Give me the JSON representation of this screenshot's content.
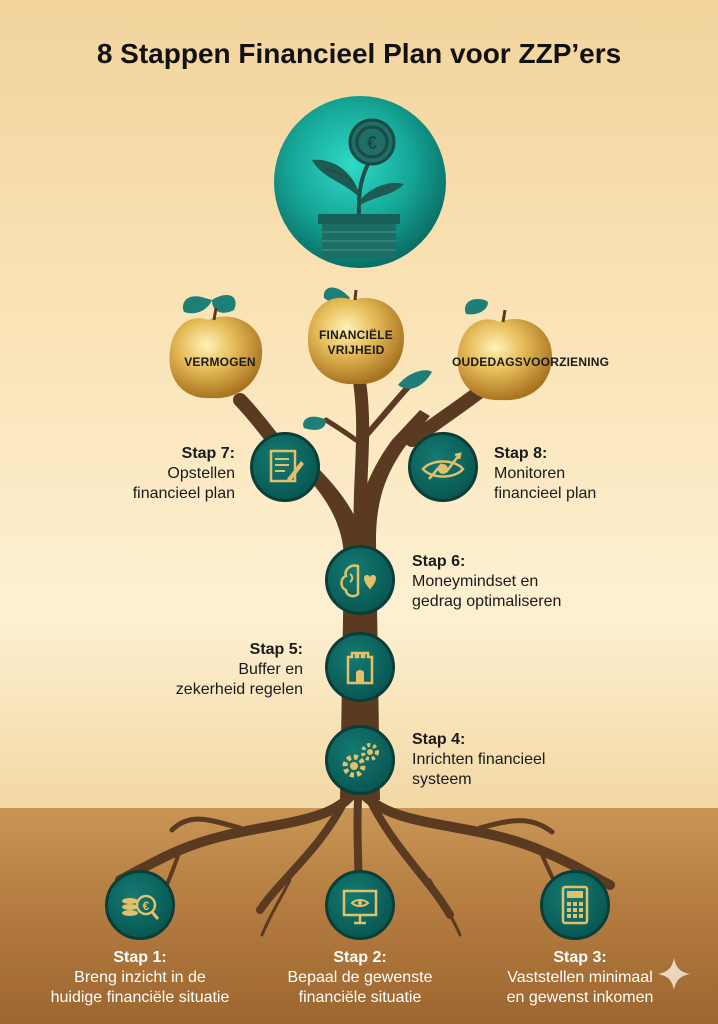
{
  "title": "8 Stappen Financieel Plan voor ZZP’ers",
  "apples": {
    "left": "VERMOGEN",
    "center_line1": "FINANCIËLE",
    "center_line2": "VRIJHEID",
    "right": "OUDEDAGSVOORZIENING"
  },
  "steps": [
    {
      "head": "Stap 1:",
      "line1": "Breng inzicht in de",
      "line2": "huidige financiële situatie",
      "icon": "coins-magnifier-icon"
    },
    {
      "head": "Stap 2:",
      "line1": "Bepaal de gewenste",
      "line2": "financiële situatie",
      "icon": "vision-board-icon"
    },
    {
      "head": "Stap 3:",
      "line1": "Vaststellen minimaal",
      "line2": "en gewenst inkomen",
      "icon": "calculator-icon"
    },
    {
      "head": "Stap 4:",
      "line1": "Inrichten financieel",
      "line2": "systeem",
      "icon": "gears-icon"
    },
    {
      "head": "Stap 5:",
      "line1": "Buffer en",
      "line2": "zekerheid regelen",
      "icon": "tower-icon"
    },
    {
      "head": "Stap 6:",
      "line1": "Moneymindset en",
      "line2": "gedrag optimaliseren",
      "icon": "brain-heart-icon"
    },
    {
      "head": "Stap 7:",
      "line1": "Opstellen",
      "line2": "financieel plan",
      "icon": "document-pen-icon"
    },
    {
      "head": "Stap 8:",
      "line1": "Monitoren",
      "line2": "financieel plan",
      "icon": "eye-chart-icon"
    }
  ],
  "colors": {
    "teal": "#0a5a55",
    "gold": "#c99a3a",
    "trunk": "#5a3a20",
    "soil": "#b27a3e"
  }
}
